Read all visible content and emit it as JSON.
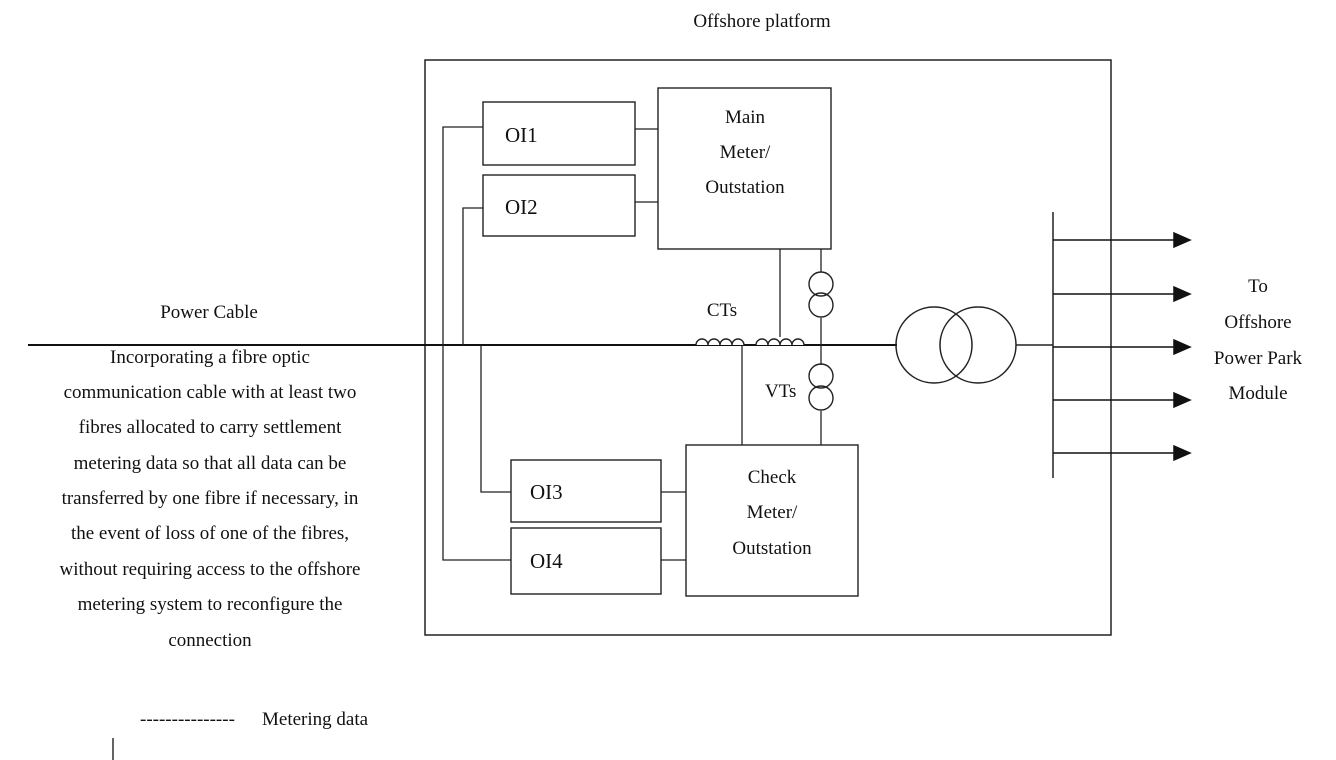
{
  "platform_label": "Offshore platform",
  "power_cable_label": "Power Cable",
  "fibre_note": [
    "Incorporating a fibre optic",
    "communication cable with at least two",
    "fibres allocated to carry  settlement",
    "metering data so that all data can be",
    "transferred by one fibre if necessary, in",
    "the event of loss of one of the fibres,",
    "without requiring access to the offshore",
    "metering system to reconfigure the",
    "connection"
  ],
  "oi_boxes": [
    "OI1",
    "OI2",
    "OI3",
    "OI4"
  ],
  "main_meter": [
    "Main",
    "Meter/",
    "Outstation"
  ],
  "check_meter": [
    "Check",
    "Meter/",
    "Outstation"
  ],
  "cts_label": "CTs",
  "vts_label": "VTs",
  "destination": [
    "To",
    "Offshore",
    "Power Park",
    "Module"
  ],
  "legend": {
    "dashes": "---------------",
    "label": "Metering data"
  }
}
